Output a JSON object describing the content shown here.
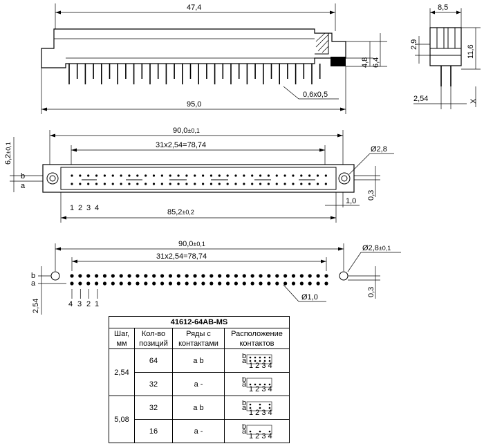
{
  "side_view": {
    "dim_length_top": "47,4",
    "dim_length_total": "95,0",
    "dim_pin": "0,6x0,5",
    "dim_h1": "4,8",
    "dim_h2": "6,4"
  },
  "end_view": {
    "dim_width": "8,5",
    "dim_h": "2,9",
    "dim_height": "11,6",
    "dim_pitch": "2,54",
    "dim_x": "X"
  },
  "front_view": {
    "dim_overall": "90,0",
    "dim_overall_tol": "±0,1",
    "dim_pitch_span": "31x2,54=78,74",
    "dim_hole": "Ø2,8",
    "dim_row": "6,2",
    "dim_row_tol": "±0,1",
    "row_b": "b",
    "row_a": "a",
    "pin_numbers": [
      "1",
      "2",
      "3",
      "4"
    ],
    "dim_inner": "85,2",
    "dim_inner_tol": "±0,2",
    "dim_edge": "1,0",
    "dim_offset": "0,3"
  },
  "pcb_view": {
    "dim_overall": "90,0",
    "dim_overall_tol": "±0,1",
    "dim_pitch_span": "31x2,54=78,74",
    "dim_hole": "Ø2,8",
    "dim_hole_tol": "±0,1",
    "row_b": "b",
    "row_a": "a",
    "pin_numbers": [
      "4",
      "3",
      "2",
      "1"
    ],
    "dim_pad": "Ø1,0",
    "dim_row": "2,54",
    "dim_offset": "0,3"
  },
  "table": {
    "title": "41612-64AB-MS",
    "headers": [
      "Шаг, мм",
      "Кол-во позиций",
      "Ряды с контактами",
      "Расположение контактов"
    ],
    "rows": [
      {
        "pitch": "2,54",
        "count": "64",
        "rows_label": "a b"
      },
      {
        "pitch": "",
        "count": "32",
        "rows_label": "a -"
      },
      {
        "pitch": "5,08",
        "count": "32",
        "rows_label": "a b"
      },
      {
        "pitch": "",
        "count": "16",
        "rows_label": "a -"
      }
    ],
    "mini": {
      "b": "b",
      "a": "a",
      "nums": "1 2 3 4"
    }
  }
}
